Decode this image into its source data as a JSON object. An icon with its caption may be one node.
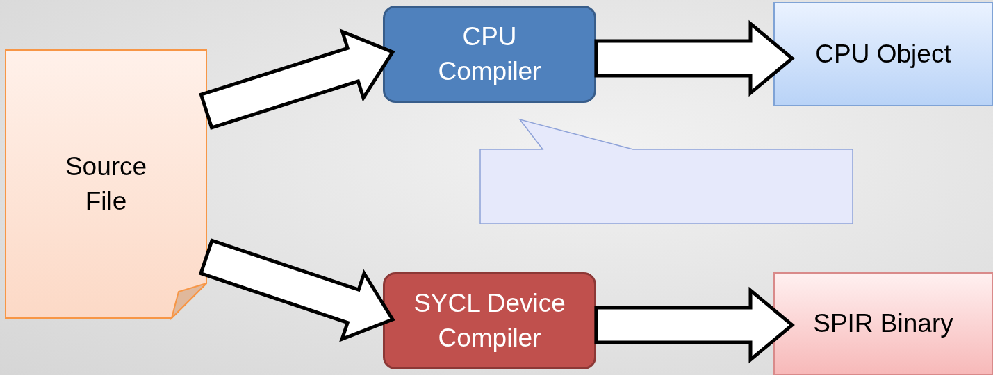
{
  "diagram": {
    "nodes": [
      {
        "text": [
          "Source File"
        ]
      },
      {
        "text": [
          "CPU Compiler"
        ]
      },
      {
        "text": [
          "CPU Object"
        ]
      },
      {
        "text": [],
        "shape": "callout"
      },
      {
        "text": [
          "SYCL Device Compiler"
        ]
      },
      {
        "text": [
          "SPIR Binary"
        ]
      }
    ],
    "edges": [
      {
        "from": 0,
        "to": 1,
        "arrow": "to"
      },
      {
        "from": 1,
        "to": 2,
        "arrow": "to"
      },
      {
        "from": 0,
        "to": 4,
        "arrow": "to"
      },
      {
        "from": 4,
        "to": 5,
        "arrow": "to"
      }
    ]
  }
}
